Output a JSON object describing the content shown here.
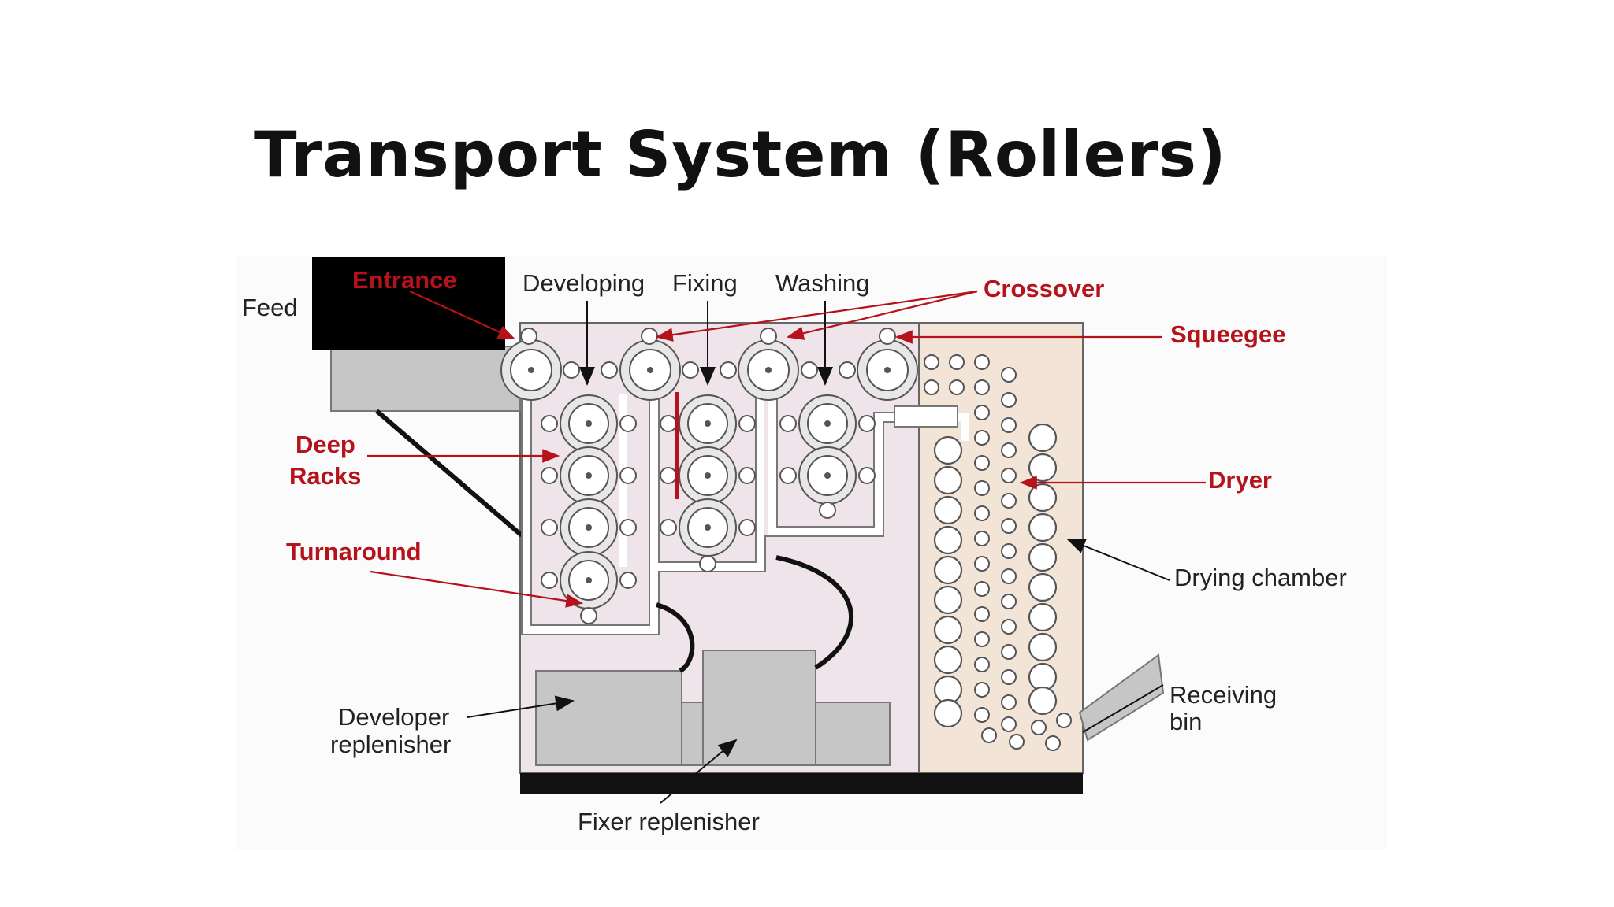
{
  "title": "Transport System (Rollers)",
  "labels": {
    "feed": "Feed",
    "developing": "Developing",
    "fixing": "Fixing",
    "washing": "Washing",
    "drying_chamber": "Drying chamber",
    "receiving_bin_line1": "Receiving",
    "receiving_bin_line2": "bin",
    "developer_replenisher_line1": "Developer",
    "developer_replenisher_line2": "replenisher",
    "fixer_replenisher": "Fixer replenisher"
  },
  "callouts": {
    "entrance": "Entrance",
    "crossover": "Crossover",
    "squeegee": "Squeegee",
    "deep_racks_line1": "Deep",
    "deep_racks_line2": "Racks",
    "dryer": "Dryer",
    "turnaround": "Turnaround"
  },
  "colors": {
    "callout_red": "#b5121b",
    "processing_tank": "#efe4ea",
    "dryer_section": "#f3e4d8",
    "replenisher_gray": "#c6c6c6"
  }
}
